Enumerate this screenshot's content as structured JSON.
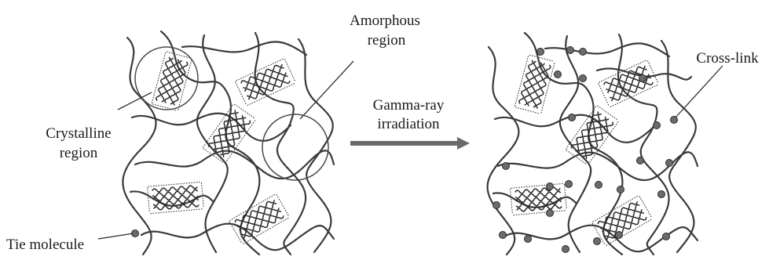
{
  "labels": {
    "amorphous_line1": "Amorphous",
    "amorphous_line2": "region",
    "crystalline_line1": "Crystalline",
    "crystalline_line2": "region",
    "tie_molecule": "Tie molecule",
    "process_line1": "Gamma-ray",
    "process_line2": "irradiation",
    "cross_link": "Cross-link"
  },
  "colors": {
    "chain": "#3a3a3a",
    "cross_link_node": "#6b6b6b",
    "arrow": "#6a6a6a"
  }
}
